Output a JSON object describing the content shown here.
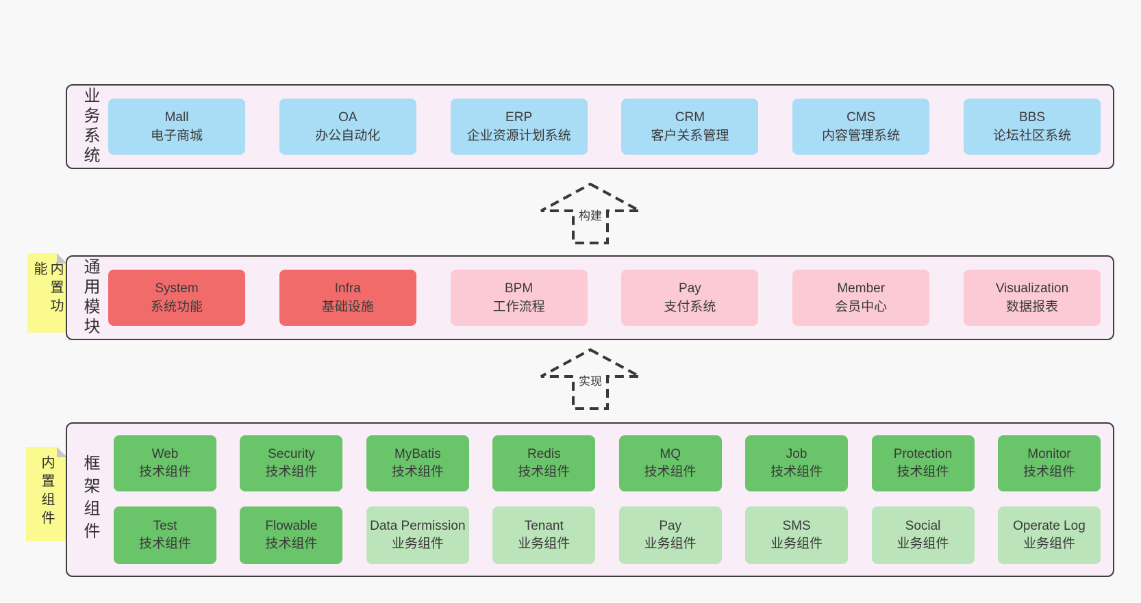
{
  "tiers": {
    "t1": {
      "label": "业务系统",
      "boxes": [
        {
          "title": "Mall",
          "subtitle": "电子商城"
        },
        {
          "title": "OA",
          "subtitle": "办公自动化"
        },
        {
          "title": "ERP",
          "subtitle": "企业资源计划系统"
        },
        {
          "title": "CRM",
          "subtitle": "客户关系管理"
        },
        {
          "title": "CMS",
          "subtitle": "内容管理系统"
        },
        {
          "title": "BBS",
          "subtitle": "论坛社区系统"
        }
      ]
    },
    "t2": {
      "label": "通用模块",
      "note": "内置功能",
      "boxes": [
        {
          "title": "System",
          "subtitle": "系统功能"
        },
        {
          "title": "Infra",
          "subtitle": "基础设施"
        },
        {
          "title": "BPM",
          "subtitle": "工作流程"
        },
        {
          "title": "Pay",
          "subtitle": "支付系统"
        },
        {
          "title": "Member",
          "subtitle": "会员中心"
        },
        {
          "title": "Visualization",
          "subtitle": "数据报表"
        }
      ]
    },
    "t3": {
      "label": "框架组件",
      "note": "内置组件",
      "row1": [
        {
          "title": "Web",
          "subtitle": "技术组件"
        },
        {
          "title": "Security",
          "subtitle": "技术组件"
        },
        {
          "title": "MyBatis",
          "subtitle": "技术组件"
        },
        {
          "title": "Redis",
          "subtitle": "技术组件"
        },
        {
          "title": "MQ",
          "subtitle": "技术组件"
        },
        {
          "title": "Job",
          "subtitle": "技术组件"
        },
        {
          "title": "Protection",
          "subtitle": "技术组件"
        },
        {
          "title": "Monitor",
          "subtitle": "技术组件"
        }
      ],
      "row2": [
        {
          "title": "Test",
          "subtitle": "技术组件"
        },
        {
          "title": "Flowable",
          "subtitle": "技术组件"
        },
        {
          "title": "Data Permission",
          "subtitle": "业务组件"
        },
        {
          "title": "Tenant",
          "subtitle": "业务组件"
        },
        {
          "title": "Pay",
          "subtitle": "业务组件"
        },
        {
          "title": "SMS",
          "subtitle": "业务组件"
        },
        {
          "title": "Social",
          "subtitle": "业务组件"
        },
        {
          "title": "Operate Log",
          "subtitle": "业务组件"
        }
      ]
    }
  },
  "arrows": [
    {
      "label": "构建"
    },
    {
      "label": "实现"
    }
  ],
  "colors": {
    "page_bg": "#f8f8f8",
    "tier_bg": "#f9edf7",
    "tier_border": "#3d3d3d",
    "business_box": "#a9dcf5",
    "core_module_box": "#f16b6b",
    "extension_module_box": "#fbcad4",
    "tech_component_box": "#6ac46a",
    "biz_component_box": "#bce4ba",
    "note_bg": "#fafa8f",
    "text": "#3a3a3a"
  }
}
